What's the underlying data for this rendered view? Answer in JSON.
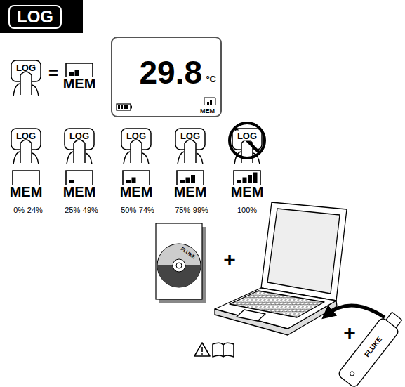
{
  "diagram": {
    "title": "LOG",
    "nodes": [
      {
        "text": [
          "29.8",
          "°C",
          "MEM"
        ]
      }
    ],
    "labels": [
      "LOG",
      "=",
      "MEM",
      "LOG",
      "LOG",
      "LOG",
      "LOG",
      "LOG",
      "MEM",
      "MEM",
      "MEM",
      "MEM",
      "MEM",
      "0%-24%",
      "25%-49%",
      "50%-74%",
      "75%-99%",
      "100%",
      "+",
      "FLUKE",
      "+",
      "FLUKE"
    ]
  }
}
